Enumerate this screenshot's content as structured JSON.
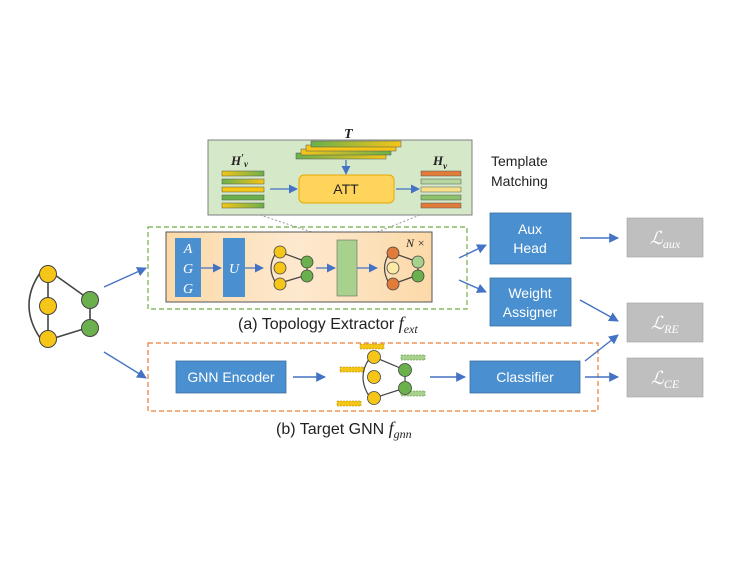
{
  "template_matching": {
    "t_symbol": "T",
    "h_prime_symbol": "H",
    "h_prime_mark": "′",
    "h_prime_sub": "v",
    "h_symbol": "H",
    "h_sub": "v",
    "att_label": "ATT",
    "caption_line1": "Template",
    "caption_line2": "Matching"
  },
  "extractor": {
    "agg_letters": [
      "A",
      "G",
      "G"
    ],
    "u_label": "U",
    "n_times": "N ×",
    "caption_prefix": "(a) Topology Extractor ",
    "caption_symbol": "f",
    "caption_sub": "ext"
  },
  "target": {
    "encoder_label": "GNN Encoder",
    "classifier_label": "Classifier",
    "caption_prefix": "(b) Target GNN ",
    "caption_symbol": "f",
    "caption_sub": "gnn"
  },
  "heads": {
    "aux_line1": "Aux",
    "aux_line2": "Head",
    "weight_line1": "Weight",
    "weight_line2": "Assigner"
  },
  "losses": {
    "script_symbol": "ℒ",
    "aux_sub": "aux",
    "re_sub": "RE",
    "ce_sub": "CE"
  },
  "colors": {
    "box_blue": "#4a8fcf",
    "node_yellow": "#f5c518",
    "node_green": "#6ab04c",
    "node_orange": "#e07b39",
    "loss_gray": "#bfbfbf",
    "panel_green": "#d5e8c8",
    "panel_orange": "#fbe0bd",
    "dash_green": "#70ad47",
    "dash_orange": "#ed7d31",
    "arrow": "#4472c4"
  }
}
